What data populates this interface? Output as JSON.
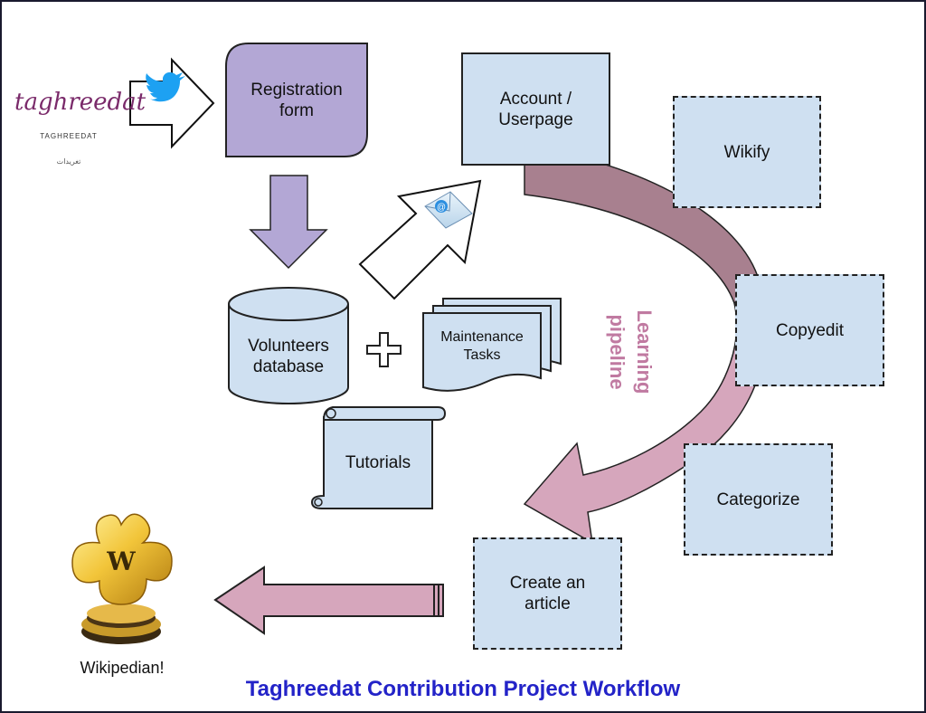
{
  "logo": {
    "wordmark": "taghreedat",
    "latin": "TAGHREEDAT",
    "arabic": "تغريدات"
  },
  "nodes": {
    "registration_form": "Registration\nform",
    "volunteers_database": "Volunteers\ndatabase",
    "maintenance_tasks": "Maintenance\nTasks",
    "tutorials": "Tutorials",
    "account_userpage": "Account /\nUserpage",
    "wikify": "Wikify",
    "copyedit": "Copyedit",
    "categorize": "Categorize",
    "create_article": "Create an\narticle"
  },
  "learning_pipeline_label": "Learning pipeline",
  "trophy_label": "Wikipedian!",
  "trophy_letter": "W",
  "title": "Taghreedat Contribution Project Workflow",
  "icons": [
    "twitter-bird-icon",
    "envelope-icon",
    "plus-icon",
    "puzzle-trophy-icon"
  ],
  "colors": {
    "purple_box": "#b3a7d5",
    "light_blue_box": "#cfe0f1",
    "pipeline_dark": "#a8808f",
    "pipeline_light": "#d6a6bc",
    "pipeline_text": "#c07aa1",
    "title": "#2323c8",
    "twitter": "#1da1f2"
  }
}
